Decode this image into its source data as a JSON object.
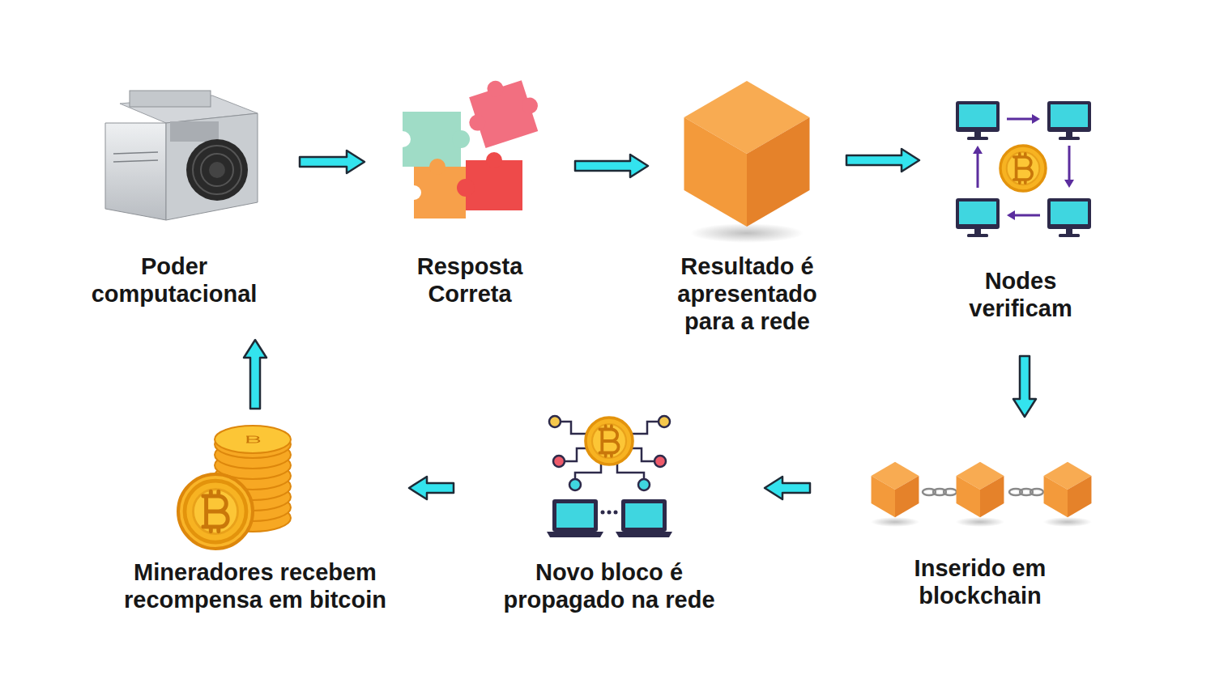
{
  "diagram": {
    "nodes": [
      {
        "text": [
          "Poder computacional"
        ]
      },
      {
        "text": [
          "Resposta Correta"
        ]
      },
      {
        "text": [
          "Resultado é apresentado para a rede"
        ]
      },
      {
        "text": [
          "Nodes verificam"
        ]
      },
      {
        "text": [
          "Mineradores recebem recompensa em bitcoin"
        ]
      },
      {
        "text": [
          "Novo bloco é propagado na rede"
        ]
      },
      {
        "text": [
          "Inserido em blockchain"
        ]
      }
    ],
    "edges": [
      {
        "from": 0,
        "to": 1,
        "arrow": "to"
      },
      {
        "from": 1,
        "to": 2,
        "arrow": "to"
      },
      {
        "from": 2,
        "to": 3,
        "arrow": "to"
      },
      {
        "from": 3,
        "to": 6,
        "arrow": "to"
      },
      {
        "from": 6,
        "to": 5,
        "arrow": "to"
      },
      {
        "from": 5,
        "to": 4,
        "arrow": "to"
      },
      {
        "from": 4,
        "to": 0,
        "arrow": "to"
      }
    ]
  }
}
